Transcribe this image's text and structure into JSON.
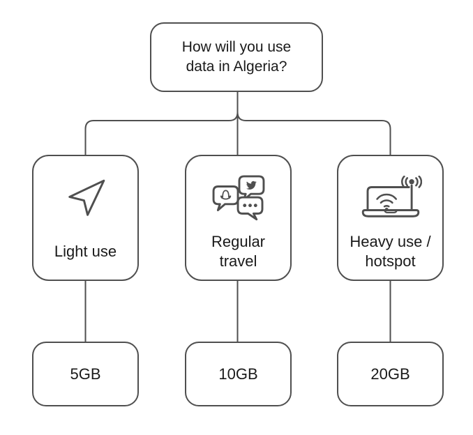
{
  "diagram": {
    "root_label": "How will you use data in Algeria?",
    "branches": [
      {
        "label": "Light use",
        "icon": "navigation-arrow-icon",
        "result": "5GB"
      },
      {
        "label": "Regular travel",
        "icon": "chat-bubbles-icon",
        "result": "10GB"
      },
      {
        "label": "Heavy use / hotspot",
        "icon": "laptop-hotspot-icon",
        "result": "20GB"
      }
    ]
  },
  "colors": {
    "line": "#4f4f4f",
    "text": "#1a1a1a",
    "background": "#ffffff",
    "node_fill": "#ffffff"
  }
}
